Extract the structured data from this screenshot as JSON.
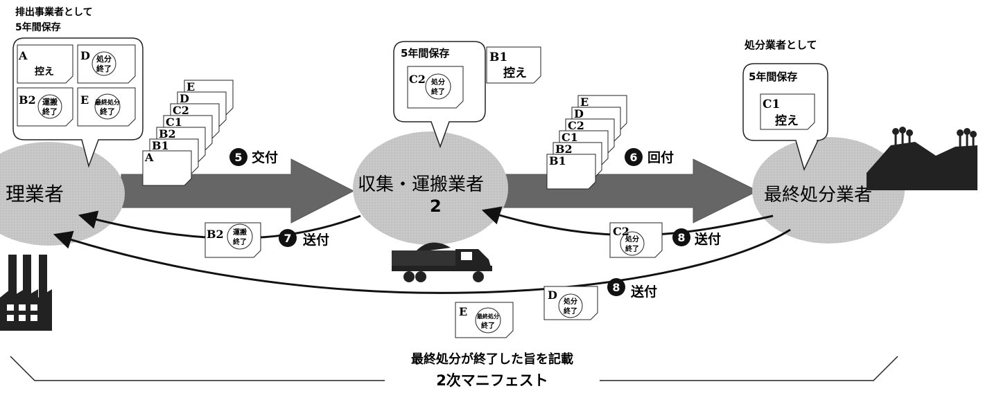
{
  "generator": {
    "bubble_title_1": "排出事業者として",
    "bubble_title_2": "5年間保存",
    "name": "理業者",
    "docs": [
      {
        "code": "A",
        "text": "控え"
      },
      {
        "code": "D",
        "stamp": [
          "処分",
          "終了"
        ]
      },
      {
        "code": "B2",
        "stamp": [
          "運搬",
          "終了"
        ]
      },
      {
        "code": "E",
        "stamp": [
          "最終処分",
          "終了"
        ]
      }
    ]
  },
  "transporter": {
    "bubble_title": "5年間保存",
    "doc_code": "C2",
    "stamp": [
      "処分",
      "終了"
    ],
    "copy_code": "B1",
    "copy_text": "控え",
    "name": "収集・運搬業者",
    "number": "2"
  },
  "disposer": {
    "heading": "処分業者として",
    "bubble_title": "5年間保存",
    "doc_code": "C1",
    "doc_text": "控え",
    "name": "最終処分業者"
  },
  "stack_left": [
    "E",
    "D",
    "C2",
    "C1",
    "B2",
    "B1",
    "A"
  ],
  "stack_right": [
    "E",
    "D",
    "C2",
    "C1",
    "B2",
    "B1"
  ],
  "steps": {
    "s5": {
      "num": "5",
      "label": "交付"
    },
    "s6": {
      "num": "6",
      "label": "回付"
    },
    "s7": {
      "num": "7",
      "label": "送付"
    },
    "s8a": {
      "num": "8",
      "label": "送付"
    },
    "s8b": {
      "num": "8",
      "label": "送付"
    }
  },
  "returns": {
    "b2": {
      "code": "B2",
      "stamp": [
        "運搬",
        "終了"
      ]
    },
    "c2": {
      "code": "C2",
      "stamp": [
        "処分",
        "終了"
      ]
    },
    "d": {
      "code": "D",
      "stamp": [
        "処分",
        "終了"
      ]
    },
    "e": {
      "code": "E",
      "stamp": [
        "最終処分",
        "終了"
      ]
    }
  },
  "note": "最終処分が終了した旨を記載",
  "bracket_label": "2次マニフェスト"
}
